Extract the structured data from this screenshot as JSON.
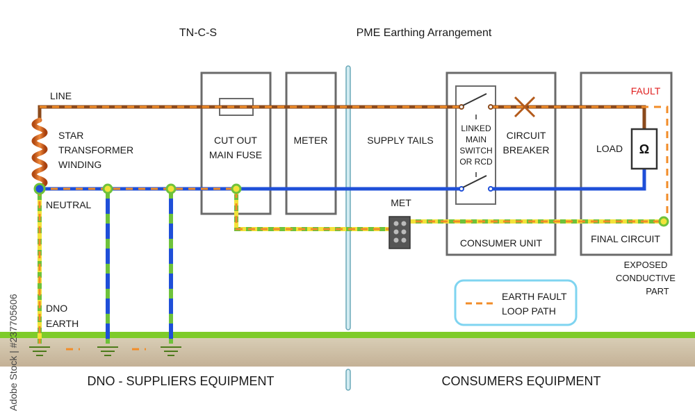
{
  "title": {
    "system": "TN-C-S",
    "name": "PME Earthing Arrangement"
  },
  "labels": {
    "line": "LINE",
    "star": "STAR",
    "transformer": "TRANSFORMER",
    "winding": "WINDING",
    "neutral": "NEUTRAL",
    "dno_earth_1": "DNO",
    "dno_earth_2": "EARTH",
    "cutout_1": "CUT OUT",
    "cutout_2": "MAIN FUSE",
    "meter": "METER",
    "supply_tails": "SUPPLY TAILS",
    "met": "MET",
    "switch_1": "LINKED",
    "switch_2": "MAIN",
    "switch_3": "SWITCH",
    "switch_4": "OR RCD",
    "breaker_1": "CIRCUIT",
    "breaker_2": "BREAKER",
    "consumer_unit": "CONSUMER UNIT",
    "load": "LOAD",
    "ohm": "Ω",
    "final_circuit": "FINAL CIRCUIT",
    "fault": "FAULT",
    "exposed_1": "EXPOSED",
    "exposed_2": "CONDUCTIVE",
    "exposed_3": "PART",
    "legend_1": "EARTH FAULT",
    "legend_2": "LOOP PATH",
    "footer_left": "DNO - SUPPLIERS EQUIPMENT",
    "footer_right": "CONSUMERS EQUIPMENT",
    "watermark_id": "Adobe Stock | #237705606"
  },
  "colors": {
    "line": "#8b4a1c",
    "neutral": "#1f4fd8",
    "earth_green": "#6ec23a",
    "earth_yellow": "#f2e33a",
    "fault_path": "#f28c28",
    "fault_text": "#e02020",
    "box": "#6a6a6a",
    "legend_border": "#7fd4f0",
    "ground_green": "#7ecb2a",
    "ground_soil": "#c8b8a0"
  }
}
